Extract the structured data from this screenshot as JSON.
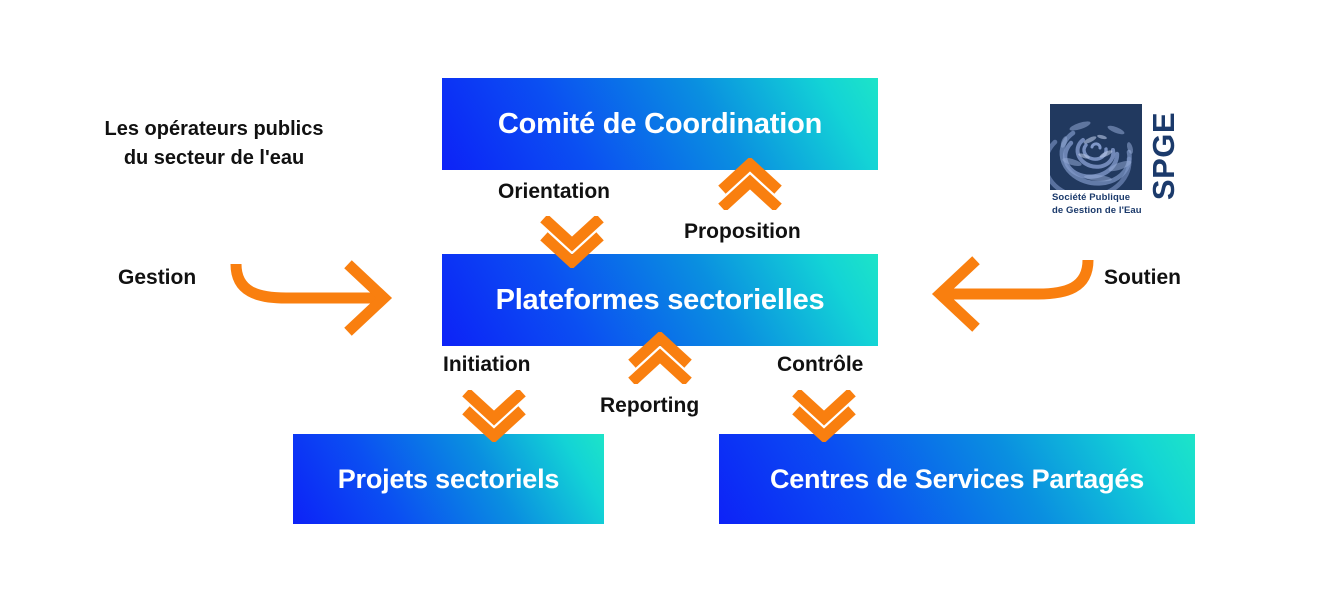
{
  "diagram": {
    "intro_title": "Les opérateurs publics du secteur de l'eau",
    "accent_color": "#f97f0f",
    "gradient_from": "#0d22f7",
    "gradient_to": "#1de4c8",
    "label_color": "#111111"
  },
  "boxes": {
    "comite": "Comité de Coordination",
    "plateformes": "Plateformes sectorielles",
    "projets": "Projets sectoriels",
    "centres": "Centres de Services Partagés"
  },
  "flows": {
    "gestion": "Gestion",
    "soutien": "Soutien",
    "orientation": "Orientation",
    "proposition": "Proposition",
    "initiation": "Initiation",
    "reporting": "Reporting",
    "controle": "Contrôle"
  },
  "logo": {
    "acronym": "SPGE",
    "subtitle_line1": "Société Publique",
    "subtitle_line2": "de Gestion de l'Eau",
    "mark_color": "#21395f",
    "text_color": "#1b3a6b"
  }
}
